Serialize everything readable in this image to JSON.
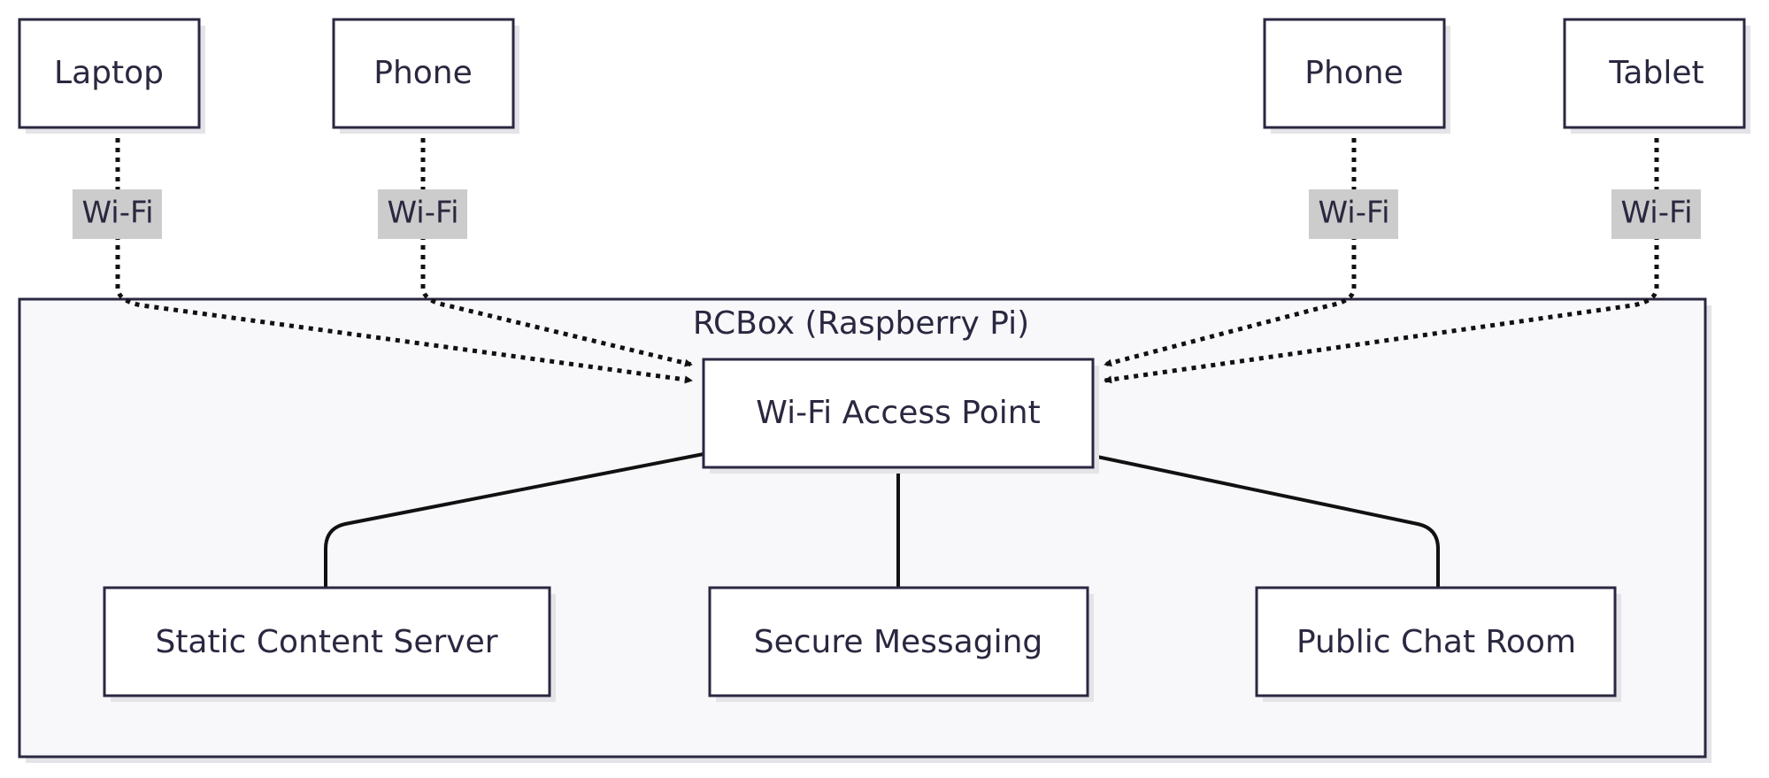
{
  "diagram": {
    "colors": {
      "ink": "#2a2840",
      "node_fill": "#ffffff",
      "group_fill": "#f8f8fb",
      "label_fill": "#cccccc",
      "shadow": "#e4e4e8",
      "solid_edge": "#111111",
      "dotted_edge": "#111111"
    },
    "group": {
      "title": "RCBox (Raspberry Pi)"
    },
    "devices": [
      {
        "id": "laptop",
        "label": "Laptop",
        "edge_label": "Wi-Fi"
      },
      {
        "id": "phone_1",
        "label": "Phone",
        "edge_label": "Wi-Fi"
      },
      {
        "id": "phone_2",
        "label": "Phone",
        "edge_label": "Wi-Fi"
      },
      {
        "id": "tablet",
        "label": "Tablet",
        "edge_label": "Wi-Fi"
      }
    ],
    "access_point": {
      "id": "ap",
      "label": "Wi-Fi Access Point"
    },
    "services": [
      {
        "id": "static",
        "label": "Static Content Server"
      },
      {
        "id": "secure",
        "label": "Secure Messaging"
      },
      {
        "id": "chat",
        "label": "Public Chat Room"
      }
    ]
  }
}
